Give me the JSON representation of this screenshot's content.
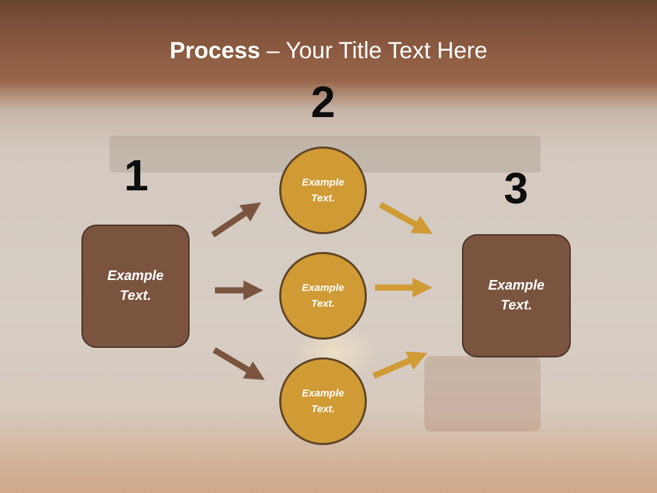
{
  "title": {
    "bold": "Process",
    "rest": " – Your Title Text Here"
  },
  "steps": {
    "one": "1",
    "two": "2",
    "three": "3"
  },
  "nodes": {
    "left": "Example Text.",
    "top": "Example Text.",
    "middle": "Example Text.",
    "bottom": "Example Text.",
    "right": "Example Text."
  },
  "colors": {
    "box": "#7b5440",
    "circle": "#d09a34",
    "brown_arrow": "#7b5440",
    "gold_arrow": "#d09a34",
    "title_band": "#8a5a40"
  }
}
